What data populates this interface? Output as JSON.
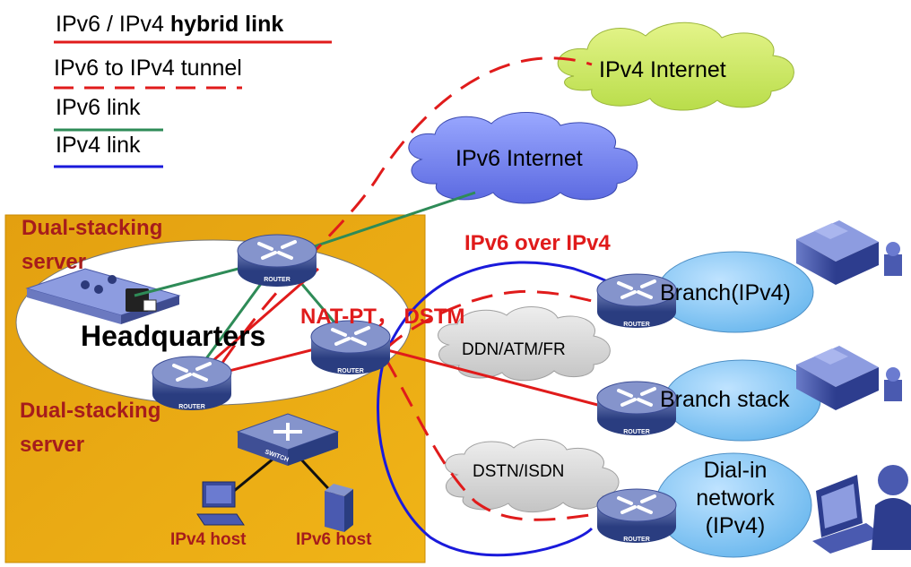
{
  "legend": {
    "hybrid_prefix": "IPv6 / IPv4 ",
    "hybrid_bold": "hybrid link",
    "tunnel": "IPv6 to IPv4 tunnel",
    "ipv6": "IPv6  link",
    "ipv4": "IPv4  link"
  },
  "clouds": {
    "ipv4_internet": "IPv4  Internet",
    "ipv6_internet": "IPv6  Internet",
    "ddn": "DDN/ATM/FR",
    "dstn": "DSTN/ISDN"
  },
  "hq": {
    "server_top": "Dual-stacking server",
    "server_bottom": "Dual-stacking server",
    "title": "Headquarters",
    "nat": "NAT-PT， DSTM",
    "ipv4_host": "IPv4 host",
    "ipv6_host": "IPv6 host"
  },
  "labels": {
    "over": "IPv6 over IPv4",
    "branch_ipv4": "Branch(IPv4)",
    "branch_stack": "Branch stack",
    "dial_in": "Dial-in network (IPv4)"
  },
  "device_labels": {
    "router": "ROUTER",
    "switch": "SWITCH"
  },
  "colors": {
    "hybrid": "#e01b1b",
    "ipv6": "#2e8b57",
    "ipv4": "#1a1adb",
    "hq_background": "#e8a60e"
  }
}
